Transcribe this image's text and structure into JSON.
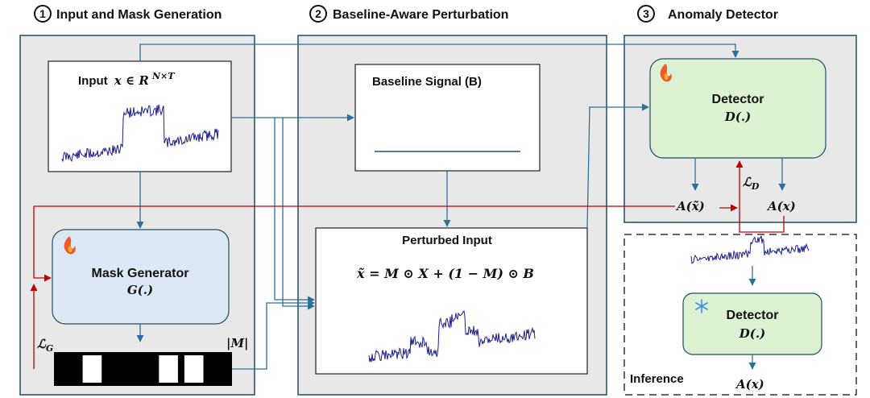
{
  "sections": {
    "s1": {
      "num": "1",
      "title": "Input and Mask Generation"
    },
    "s2": {
      "num": "2",
      "title": "Baseline-Aware Perturbation"
    },
    "s3": {
      "num": "3",
      "title": "Anomaly Detector"
    }
  },
  "input": {
    "label_text": "Input",
    "math": "x ∈ R",
    "superscript": "N×T"
  },
  "mask_generator": {
    "title": "Mask Generator",
    "fn": "G(.)",
    "trainable_icon": "fire-icon"
  },
  "mask": {
    "label": "|M|",
    "pattern": [
      1,
      0,
      1,
      1,
      0,
      0,
      1
    ]
  },
  "loss_g": {
    "script": "ℒ",
    "sub": "G"
  },
  "baseline": {
    "title": "Baseline Signal (B)"
  },
  "perturbed": {
    "title": "Perturbed Input",
    "formula": "x̃ = M ⊙ X + (1 − M) ⊙ B"
  },
  "detector": {
    "title": "Detector",
    "fn": "D(.)",
    "trainable_icon": "fire-icon"
  },
  "scores": {
    "perturbed": "A(x̃)",
    "original": "A(x)"
  },
  "loss_d": {
    "script": "ℒ",
    "sub": "D"
  },
  "inference": {
    "label": "Inference",
    "detector_title": "Detector",
    "detector_fn": "D(.)",
    "output": "A(x)",
    "frozen_icon": "snowflake-icon"
  },
  "colors": {
    "panel": "#e8e8e8",
    "panel_border": "#1f4e5f",
    "arrow": "#2e6f96",
    "loss_arrow": "#c00000",
    "signal": "#1f1f8f",
    "generator_fill": "#dce8f6",
    "detector_fill": "#dcf2d2"
  }
}
